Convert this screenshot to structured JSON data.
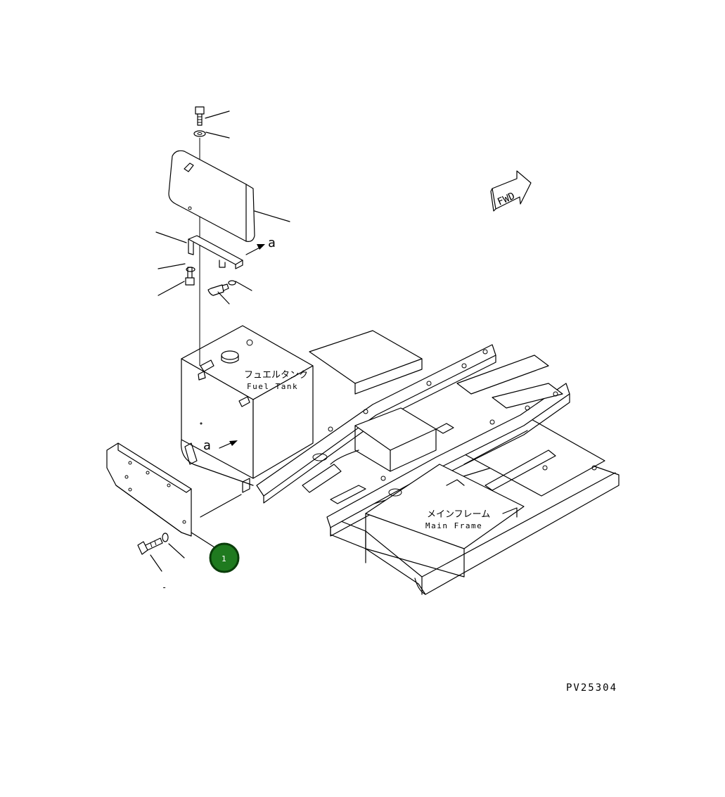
{
  "fuel_tank_label_jp": "フュエルタンク",
  "fuel_tank_label_en": "Fuel Tank",
  "main_frame_label_jp": "メインフレーム",
  "main_frame_label_en": "Main Frame",
  "fwd_label": "FWD",
  "view_marker_upper": "a",
  "view_marker_lower": "a",
  "drawing_code": "PV25304",
  "callout_number": "1",
  "small_mark": "-",
  "colors": {
    "callout_fill": "#1f7a1f",
    "callout_border": "#0a3d0a",
    "line": "#000000"
  }
}
